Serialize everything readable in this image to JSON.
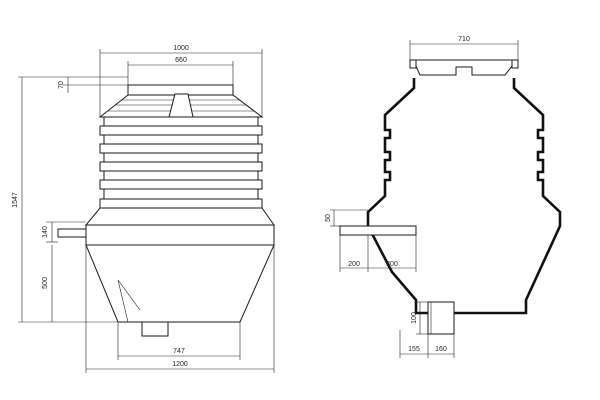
{
  "drawing": {
    "front_view": {
      "dimensions": {
        "top_width": "1000",
        "neck_width": "660",
        "neck_height": "70",
        "total_height": "1547",
        "inlet_pipe_height": "140",
        "cone_height": "500",
        "outlet_width": "747",
        "total_width": "1200"
      }
    },
    "section_view": {
      "dimensions": {
        "lid_width": "710",
        "inlet_offset": "50",
        "inlet_length": "200",
        "inlet_inner": "300",
        "outlet_height": "100",
        "outlet_offset": "155",
        "outlet_width": "160"
      }
    }
  }
}
